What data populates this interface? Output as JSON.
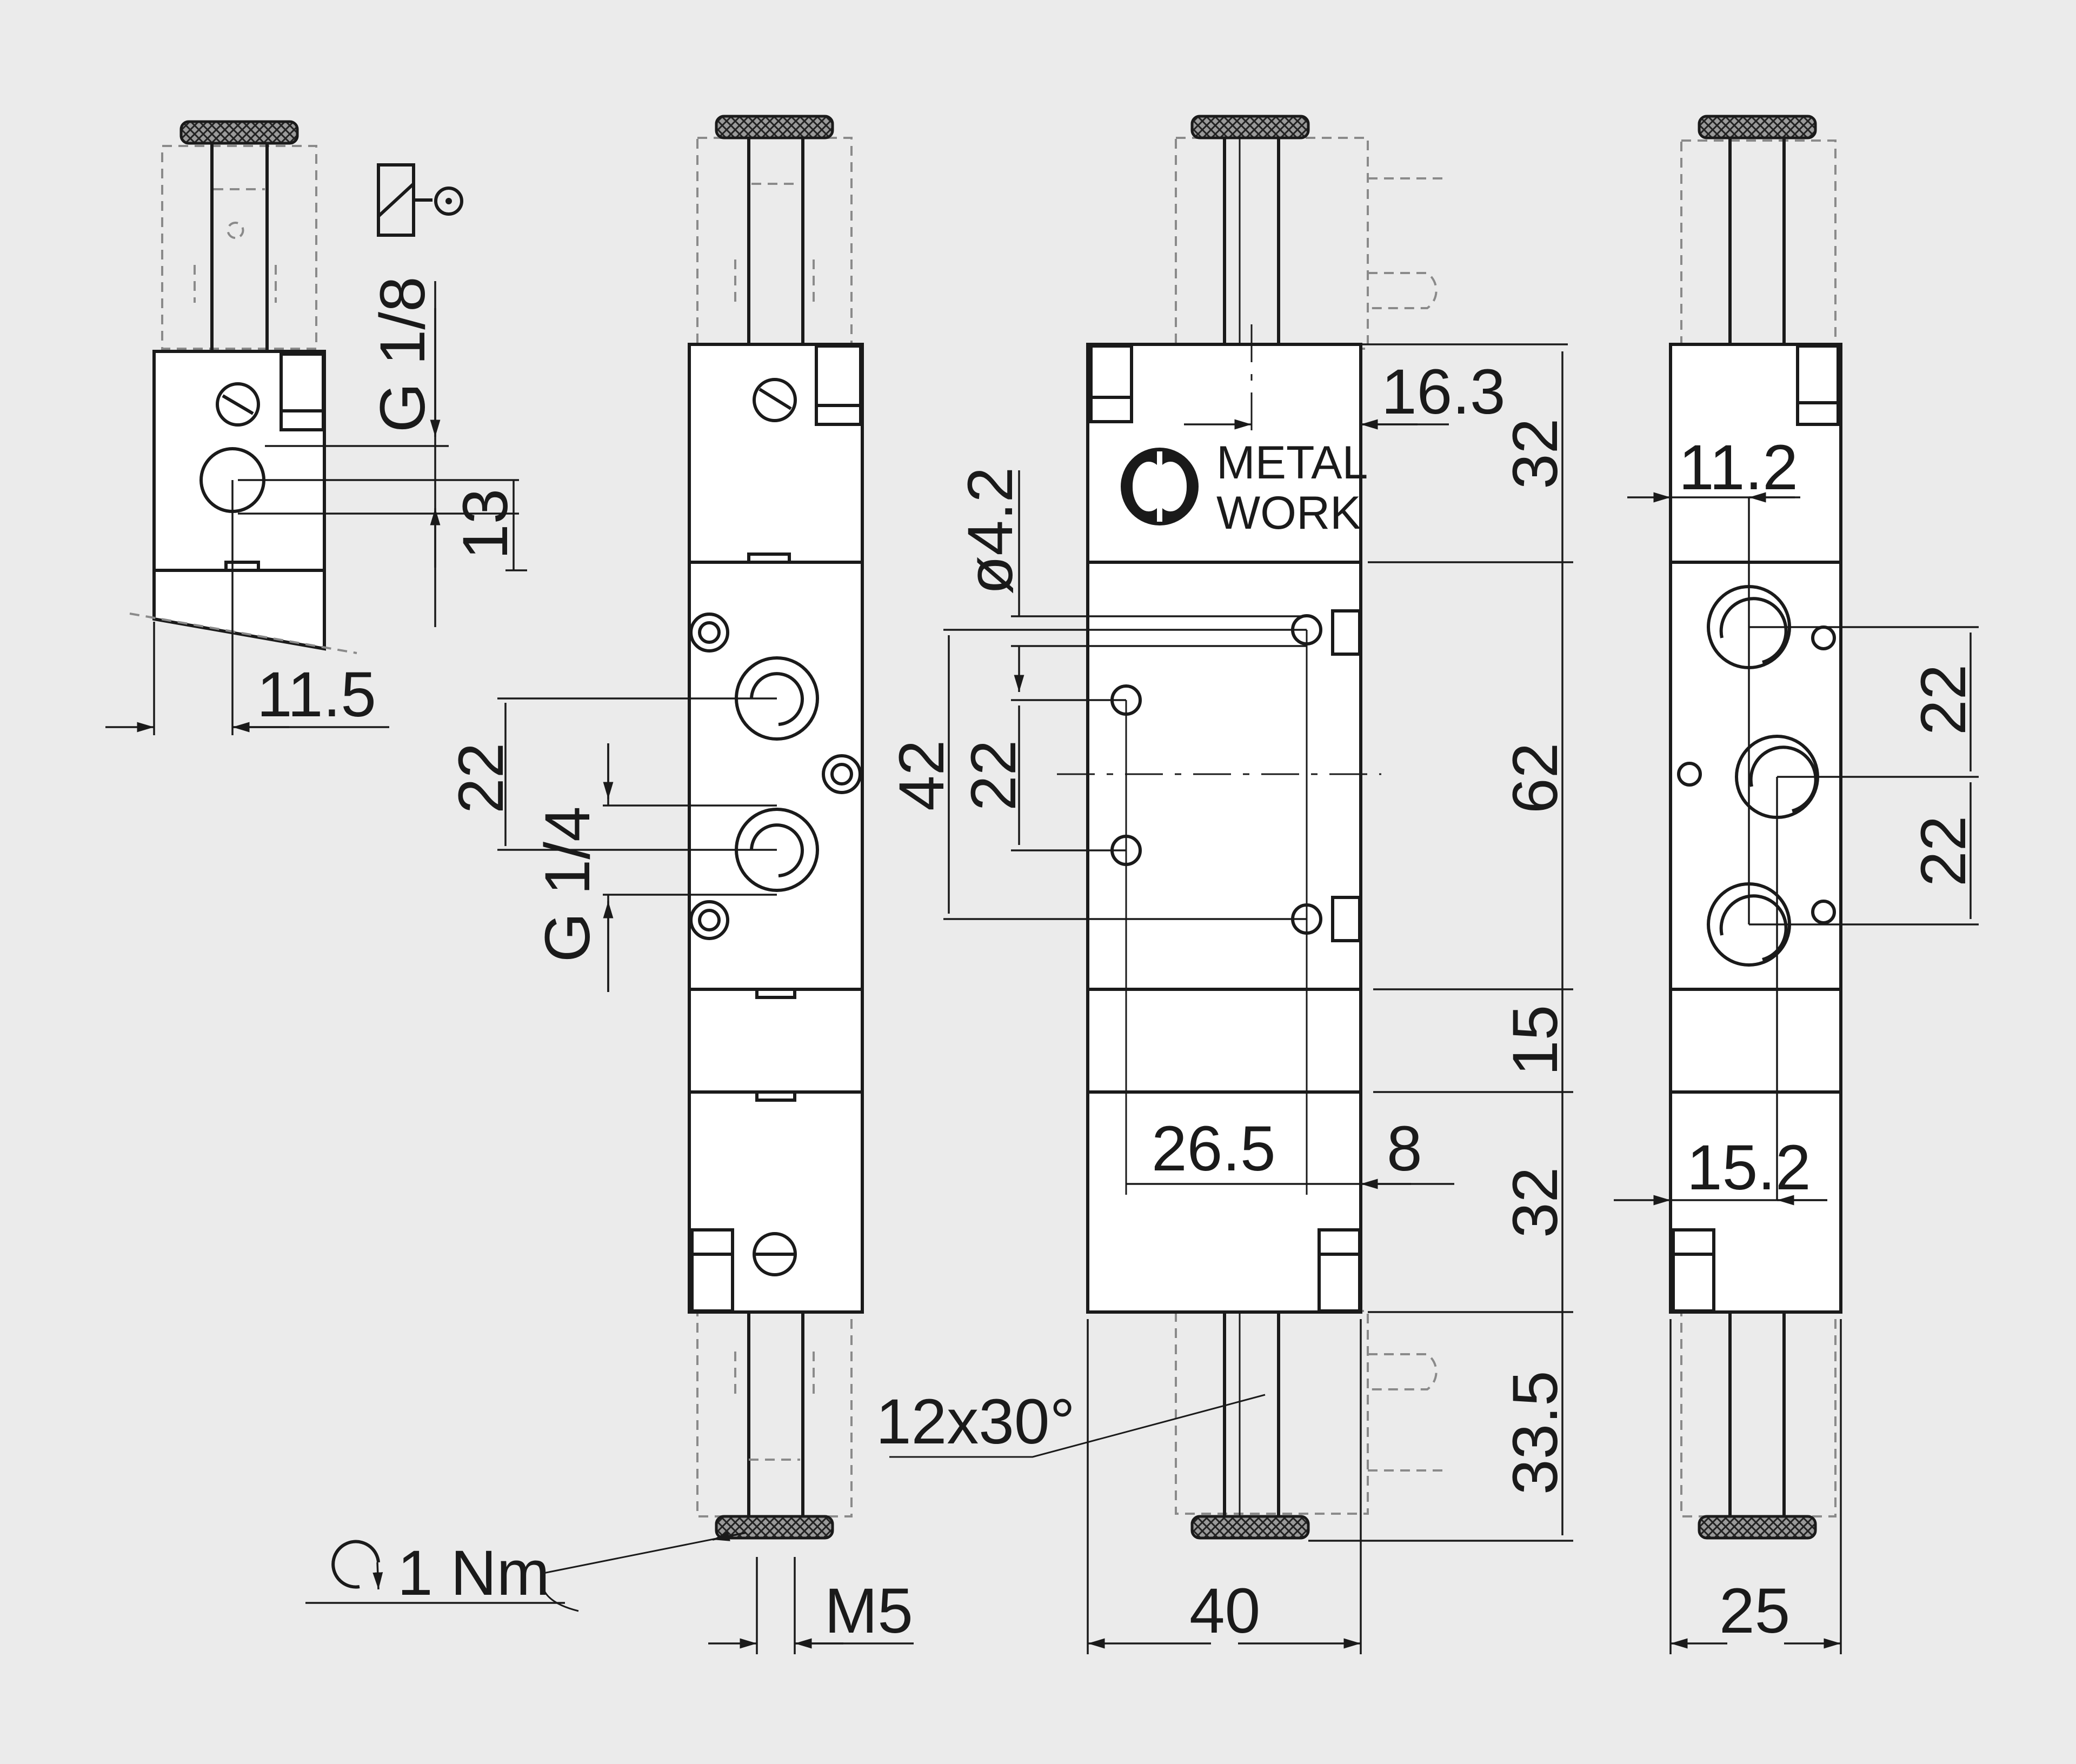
{
  "colors": {
    "background": "#ebebeb",
    "ink": "#1a1a1a",
    "body": "#ffffff",
    "hidden_line": "#8a8a8a"
  },
  "logo": {
    "line1": "METAL",
    "line2": "WORK",
    "icon": "metal-work-logo-icon"
  },
  "symbol": {
    "icon": "solenoid-coil-symbol-icon"
  },
  "dimensions": {
    "g18": "G 1/8",
    "d13": "13",
    "d11_5": "11.5",
    "d22_side": "22",
    "g14": "G 1/4",
    "d42": "42",
    "d22_front": "22",
    "dia4_2": "ø4.2",
    "d16_3": "16.3",
    "d32_top": "32",
    "d62": "62",
    "d15": "15",
    "d32_bottom": "32",
    "d33_5": "33.5",
    "d26_5": "26.5",
    "d8": "8",
    "d40": "40",
    "chamfer": "12x30°",
    "torque": "1 Nm",
    "m5": "M5",
    "d11_2": "11.2",
    "d22_right_top": "22",
    "d22_right_bottom": "22",
    "d15_2": "15.2",
    "d25": "25"
  }
}
